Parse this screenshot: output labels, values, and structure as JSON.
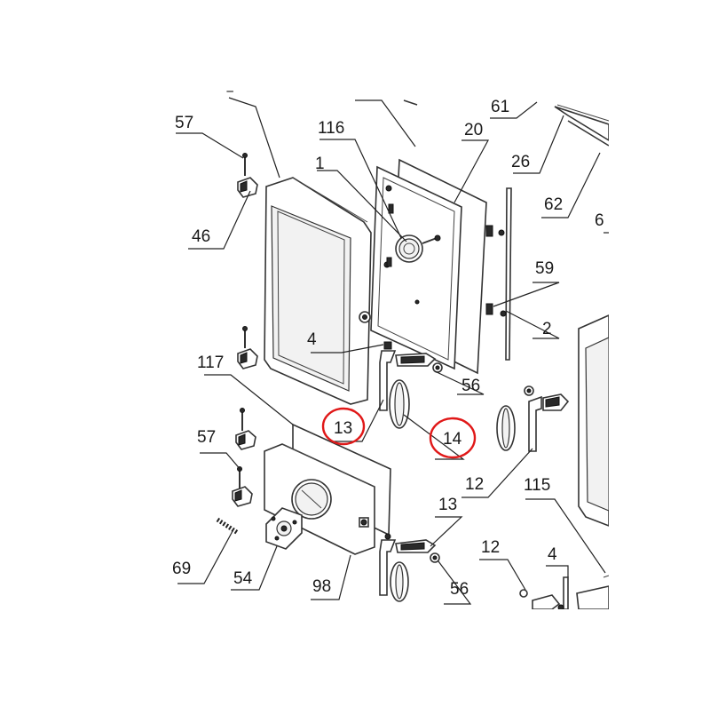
{
  "diagram": {
    "labels": {
      "l57a": "57",
      "l46": "46",
      "l116": "116",
      "l1": "1",
      "l20": "20",
      "l61": "61",
      "l26": "26",
      "l62": "62",
      "l6": "6",
      "l59": "59",
      "l2": "2",
      "l4a": "4",
      "l117": "117",
      "l56a": "56",
      "l13a": "13",
      "l14": "14",
      "l12a": "12",
      "l115": "115",
      "l57b": "57",
      "l69": "69",
      "l54": "54",
      "l98": "98",
      "l13b": "13",
      "l56b": "56",
      "l12b": "12",
      "l4b": "4"
    },
    "highlighted": [
      "13",
      "14"
    ],
    "colors": {
      "highlight": "#e01818",
      "line": "#222222"
    }
  }
}
